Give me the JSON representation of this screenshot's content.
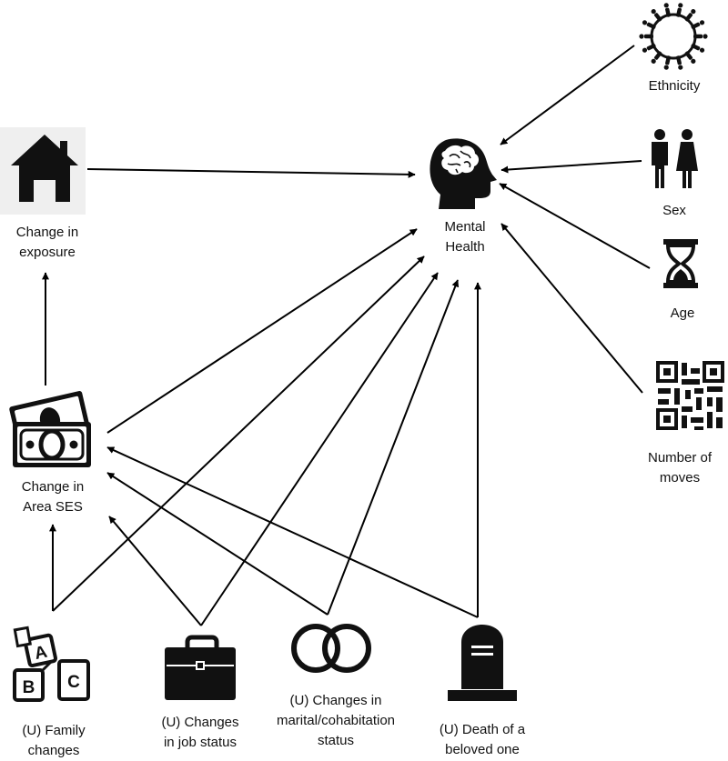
{
  "diagram": {
    "nodes": {
      "mental_health": {
        "lines": [
          "Mental",
          "Health"
        ],
        "icon": "head-brain-icon"
      },
      "exposure": {
        "lines": [
          "Change in",
          "exposure"
        ],
        "icon": "house-icon"
      },
      "area_ses": {
        "lines": [
          "Change in",
          "Area SES"
        ],
        "icon": "money-icon"
      },
      "ethnicity": {
        "lines": [
          "Ethnicity"
        ],
        "icon": "people-circle-icon"
      },
      "sex": {
        "lines": [
          "Sex"
        ],
        "icon": "man-woman-icon"
      },
      "age": {
        "lines": [
          "Age"
        ],
        "icon": "hourglass-icon"
      },
      "moves": {
        "lines": [
          "Number of",
          "moves"
        ],
        "icon": "qr-code-icon"
      },
      "family": {
        "lines": [
          "(U) Family",
          "changes"
        ],
        "icon": "abc-blocks-icon"
      },
      "job": {
        "lines": [
          "(U) Changes",
          "in job status"
        ],
        "icon": "briefcase-icon"
      },
      "marital": {
        "lines": [
          "(U) Changes in",
          "marital/cohabitation",
          "status"
        ],
        "icon": "rings-icon"
      },
      "death": {
        "lines": [
          "(U) Death of a",
          "beloved one"
        ],
        "icon": "gravestone-icon"
      }
    },
    "edges": [
      {
        "from": "exposure",
        "to": "mental_health"
      },
      {
        "from": "ethnicity",
        "to": "mental_health"
      },
      {
        "from": "sex",
        "to": "mental_health"
      },
      {
        "from": "age",
        "to": "mental_health"
      },
      {
        "from": "moves",
        "to": "mental_health"
      },
      {
        "from": "area_ses",
        "to": "exposure"
      },
      {
        "from": "area_ses",
        "to": "mental_health"
      },
      {
        "from": "family",
        "to": "area_ses"
      },
      {
        "from": "family",
        "to": "mental_health"
      },
      {
        "from": "job",
        "to": "area_ses"
      },
      {
        "from": "job",
        "to": "mental_health"
      },
      {
        "from": "marital",
        "to": "area_ses"
      },
      {
        "from": "marital",
        "to": "mental_health"
      },
      {
        "from": "death",
        "to": "area_ses"
      },
      {
        "from": "death",
        "to": "mental_health"
      }
    ]
  }
}
